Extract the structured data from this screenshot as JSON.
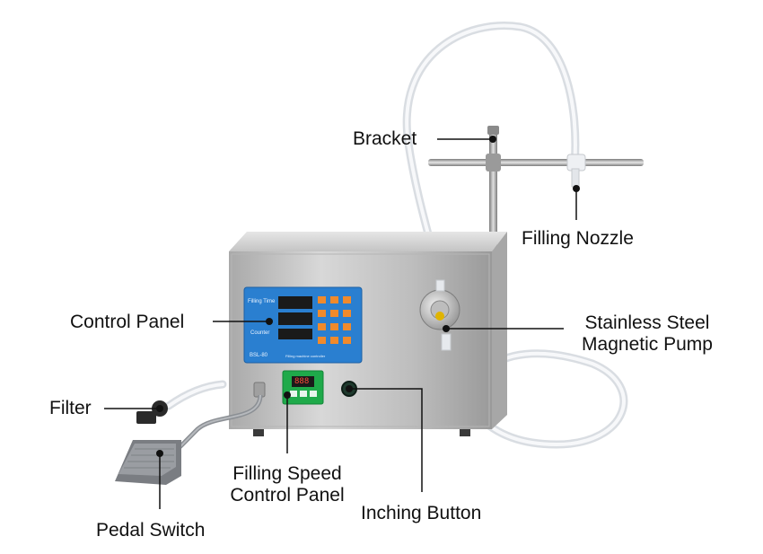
{
  "labels": {
    "bracket": "Bracket",
    "filling_nozzle": "Filling Nozzle",
    "control_panel": "Control Panel",
    "pump_line1": "Stainless Steel",
    "pump_line2": "Magnetic Pump",
    "filter": "Filter",
    "speed_line1": "Filling Speed",
    "speed_line2": "Control Panel",
    "inching_button": "Inching Button",
    "pedal_switch": "Pedal Switch"
  },
  "control_panel_display": {
    "filling_time": "Filling Time",
    "counter": "Counter",
    "model": "BSL-80",
    "subtitle": "Filling machine controller"
  },
  "speed_panel_display": {
    "readout": "888"
  },
  "colors": {
    "panel_blue": "#2a7fd0",
    "speed_green": "#1faa4a",
    "steel": "#c9c9c9",
    "leader": "#111111"
  }
}
